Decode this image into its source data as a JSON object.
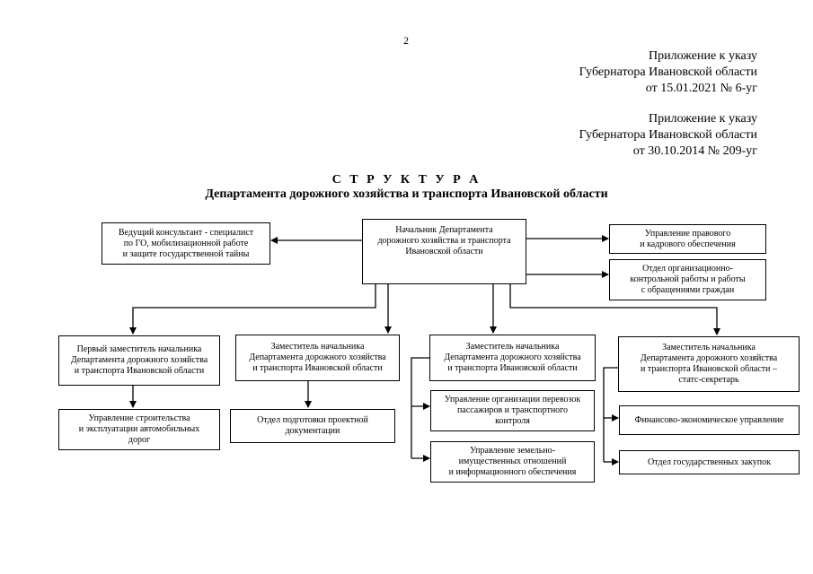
{
  "page_number": "2",
  "appendix_current": {
    "line1": "Приложение к указу",
    "line2": "Губернатора Ивановской области",
    "line3": "от 15.01.2021 № 6-уг"
  },
  "appendix_original": {
    "line1": "Приложение к указу",
    "line2": "Губернатора Ивановской области",
    "line3": "от 30.10.2014 № 209-уг"
  },
  "title": "С Т Р У К Т У Р А",
  "subtitle": "Департамента дорожного хозяйства и транспорта Ивановской области",
  "org": {
    "head": "Начальник Департамента\nдорожного хозяйства и транспорта\nИвановской области",
    "consultant": "Ведущий консультант - специалист\nпо ГО, мобилизационной  работе\nи защите государственной тайны",
    "legal_hr": "Управление правового\nи кадрового обеспечения",
    "org_control": "Отдел организационно-\nконтрольной работы и  работы\nс обращениями граждан",
    "first_deputy": "Первый заместитель начальника\nДепартамента дорожного хозяйства\nи транспорта Ивановской области",
    "deputy_2": "Заместитель начальника\nДепартамента дорожного хозяйства\nи транспорта Ивановской области",
    "deputy_3": "Заместитель начальника\nДепартамента дорожного хозяйства\nи транспорта Ивановской области",
    "deputy_4": "Заместитель начальника\nДепартамента дорожного хозяйства\nи транспорта Ивановской области –\nстатс-секретарь",
    "construction": "Управление строительства\nи эксплуатации автомобильных\nдорог",
    "project_docs": "Отдел подготовки проектной\nдокументации",
    "transport_org": "Управление организации перевозок\nпассажиров и транспортного\nконтроля",
    "land_property": "Управление земельно-\nимущественных отношений\nи информационного обеспечения",
    "finance": "Финансово-экономическое управление",
    "procurement": "Отдел государственных закупок"
  }
}
